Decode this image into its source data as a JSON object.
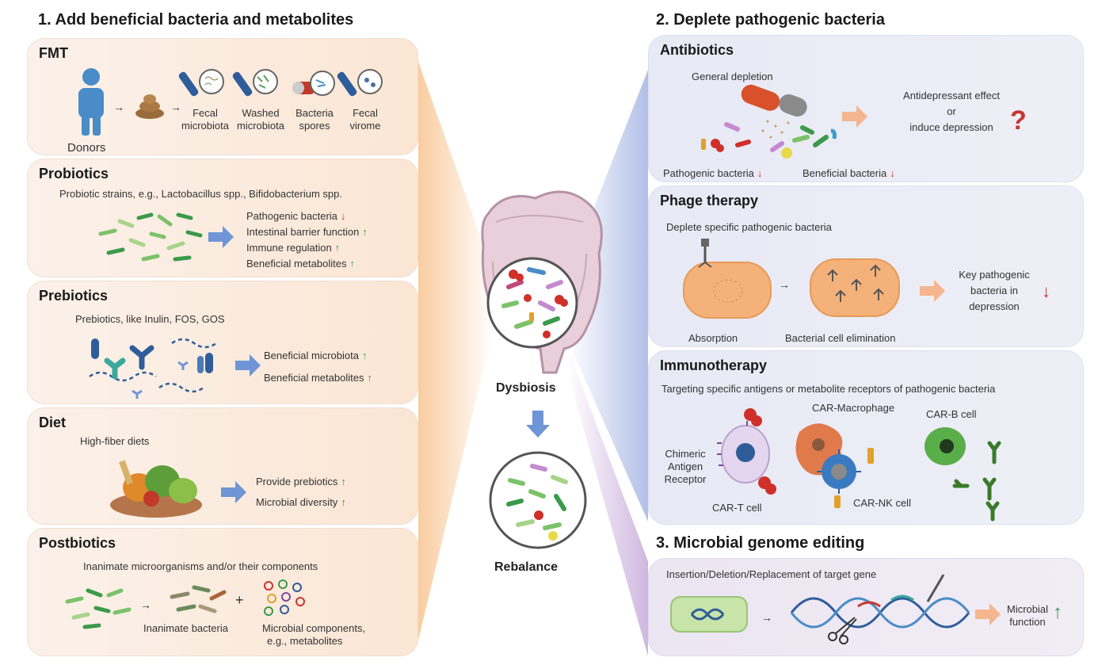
{
  "sections": {
    "add": "1. Add beneficial bacteria and metabolites",
    "deplete": "2. Deplete pathogenic bacteria",
    "editing": "3. Microbial genome editing"
  },
  "fmt": {
    "title": "FMT",
    "donors": "Donors",
    "items": [
      {
        "l1": "Fecal",
        "l2": "microbiota"
      },
      {
        "l1": "Washed",
        "l2": "microbiota"
      },
      {
        "l1": "Bacteria",
        "l2": "spores"
      },
      {
        "l1": "Fecal",
        "l2": "virome"
      }
    ]
  },
  "probiotics": {
    "title": "Probiotics",
    "desc": "Probiotic strains, e.g., Lactobacillus spp., Bifidobacterium spp.",
    "effects": [
      {
        "text": "Pathogenic bacteria",
        "dir": "↓"
      },
      {
        "text": "Intestinal barrier function",
        "dir": "↑"
      },
      {
        "text": "Immune regulation",
        "dir": "↑"
      },
      {
        "text": "Beneficial metabolites",
        "dir": "↑"
      }
    ]
  },
  "prebiotics": {
    "title": "Prebiotics",
    "desc": "Prebiotics, like Inulin, FOS, GOS",
    "effects": [
      {
        "text": "Beneficial microbiota",
        "dir": "↑"
      },
      {
        "text": "Beneficial metabolites",
        "dir": "↑"
      }
    ]
  },
  "diet": {
    "title": "Diet",
    "desc": "High-fiber diets",
    "effects": [
      {
        "text": "Provide prebiotics",
        "dir": "↑"
      },
      {
        "text": "Microbial diversity",
        "dir": "↑"
      }
    ]
  },
  "postbiotics": {
    "title": "Postbiotics",
    "desc": "Inanimate microorganisms and/or their components",
    "plus": "+",
    "inanimate": "Inanimate bacteria",
    "components_l1": "Microbial components,",
    "components_l2": "e.g., metabolites"
  },
  "center": {
    "dysbiosis": "Dysbiosis",
    "rebalance": "Rebalance"
  },
  "antibiotics": {
    "title": "Antibiotics",
    "general": "General depletion",
    "effect_l1": "Antidepressant effect",
    "effect_l2": "or",
    "effect_l3": "induce depression",
    "question": "?",
    "pathogenic": "Pathogenic bacteria",
    "pathogenic_dir": "↓",
    "beneficial": "Beneficial bacteria",
    "beneficial_dir": "↓"
  },
  "phage": {
    "title": "Phage therapy",
    "desc": "Deplete specific pathogenic bacteria",
    "absorption": "Absorption",
    "elimination": "Bacterial cell elimination",
    "key_l1": "Key pathogenic",
    "key_l2": "bacteria in",
    "key_l3": "depression",
    "key_dir": "↓"
  },
  "immuno": {
    "title": "Immunotherapy",
    "desc": "Targeting specific antigens or metabolite receptors of pathogenic bacteria",
    "car_l1": "Chimeric",
    "car_l2": "Antigen",
    "car_l3": "Receptor",
    "car_t": "CAR-T cell",
    "car_macrophage": "CAR-Macrophage",
    "car_nk": "CAR-NK cell",
    "car_b": "CAR-B cell"
  },
  "genome": {
    "desc": "Insertion/Deletion/Replacement of target gene",
    "func_l1": "Microbial",
    "func_l2": "function",
    "func_dir": "↑"
  },
  "colors": {
    "left_panel": "#fbe6d4",
    "right_panel": "#e7e9f5",
    "up_arrow": "#3a9a5a",
    "down_arrow": "#c8362f",
    "flow_arrow_blue": "#6f95d6",
    "flow_arrow_orange": "#f4b58f"
  }
}
